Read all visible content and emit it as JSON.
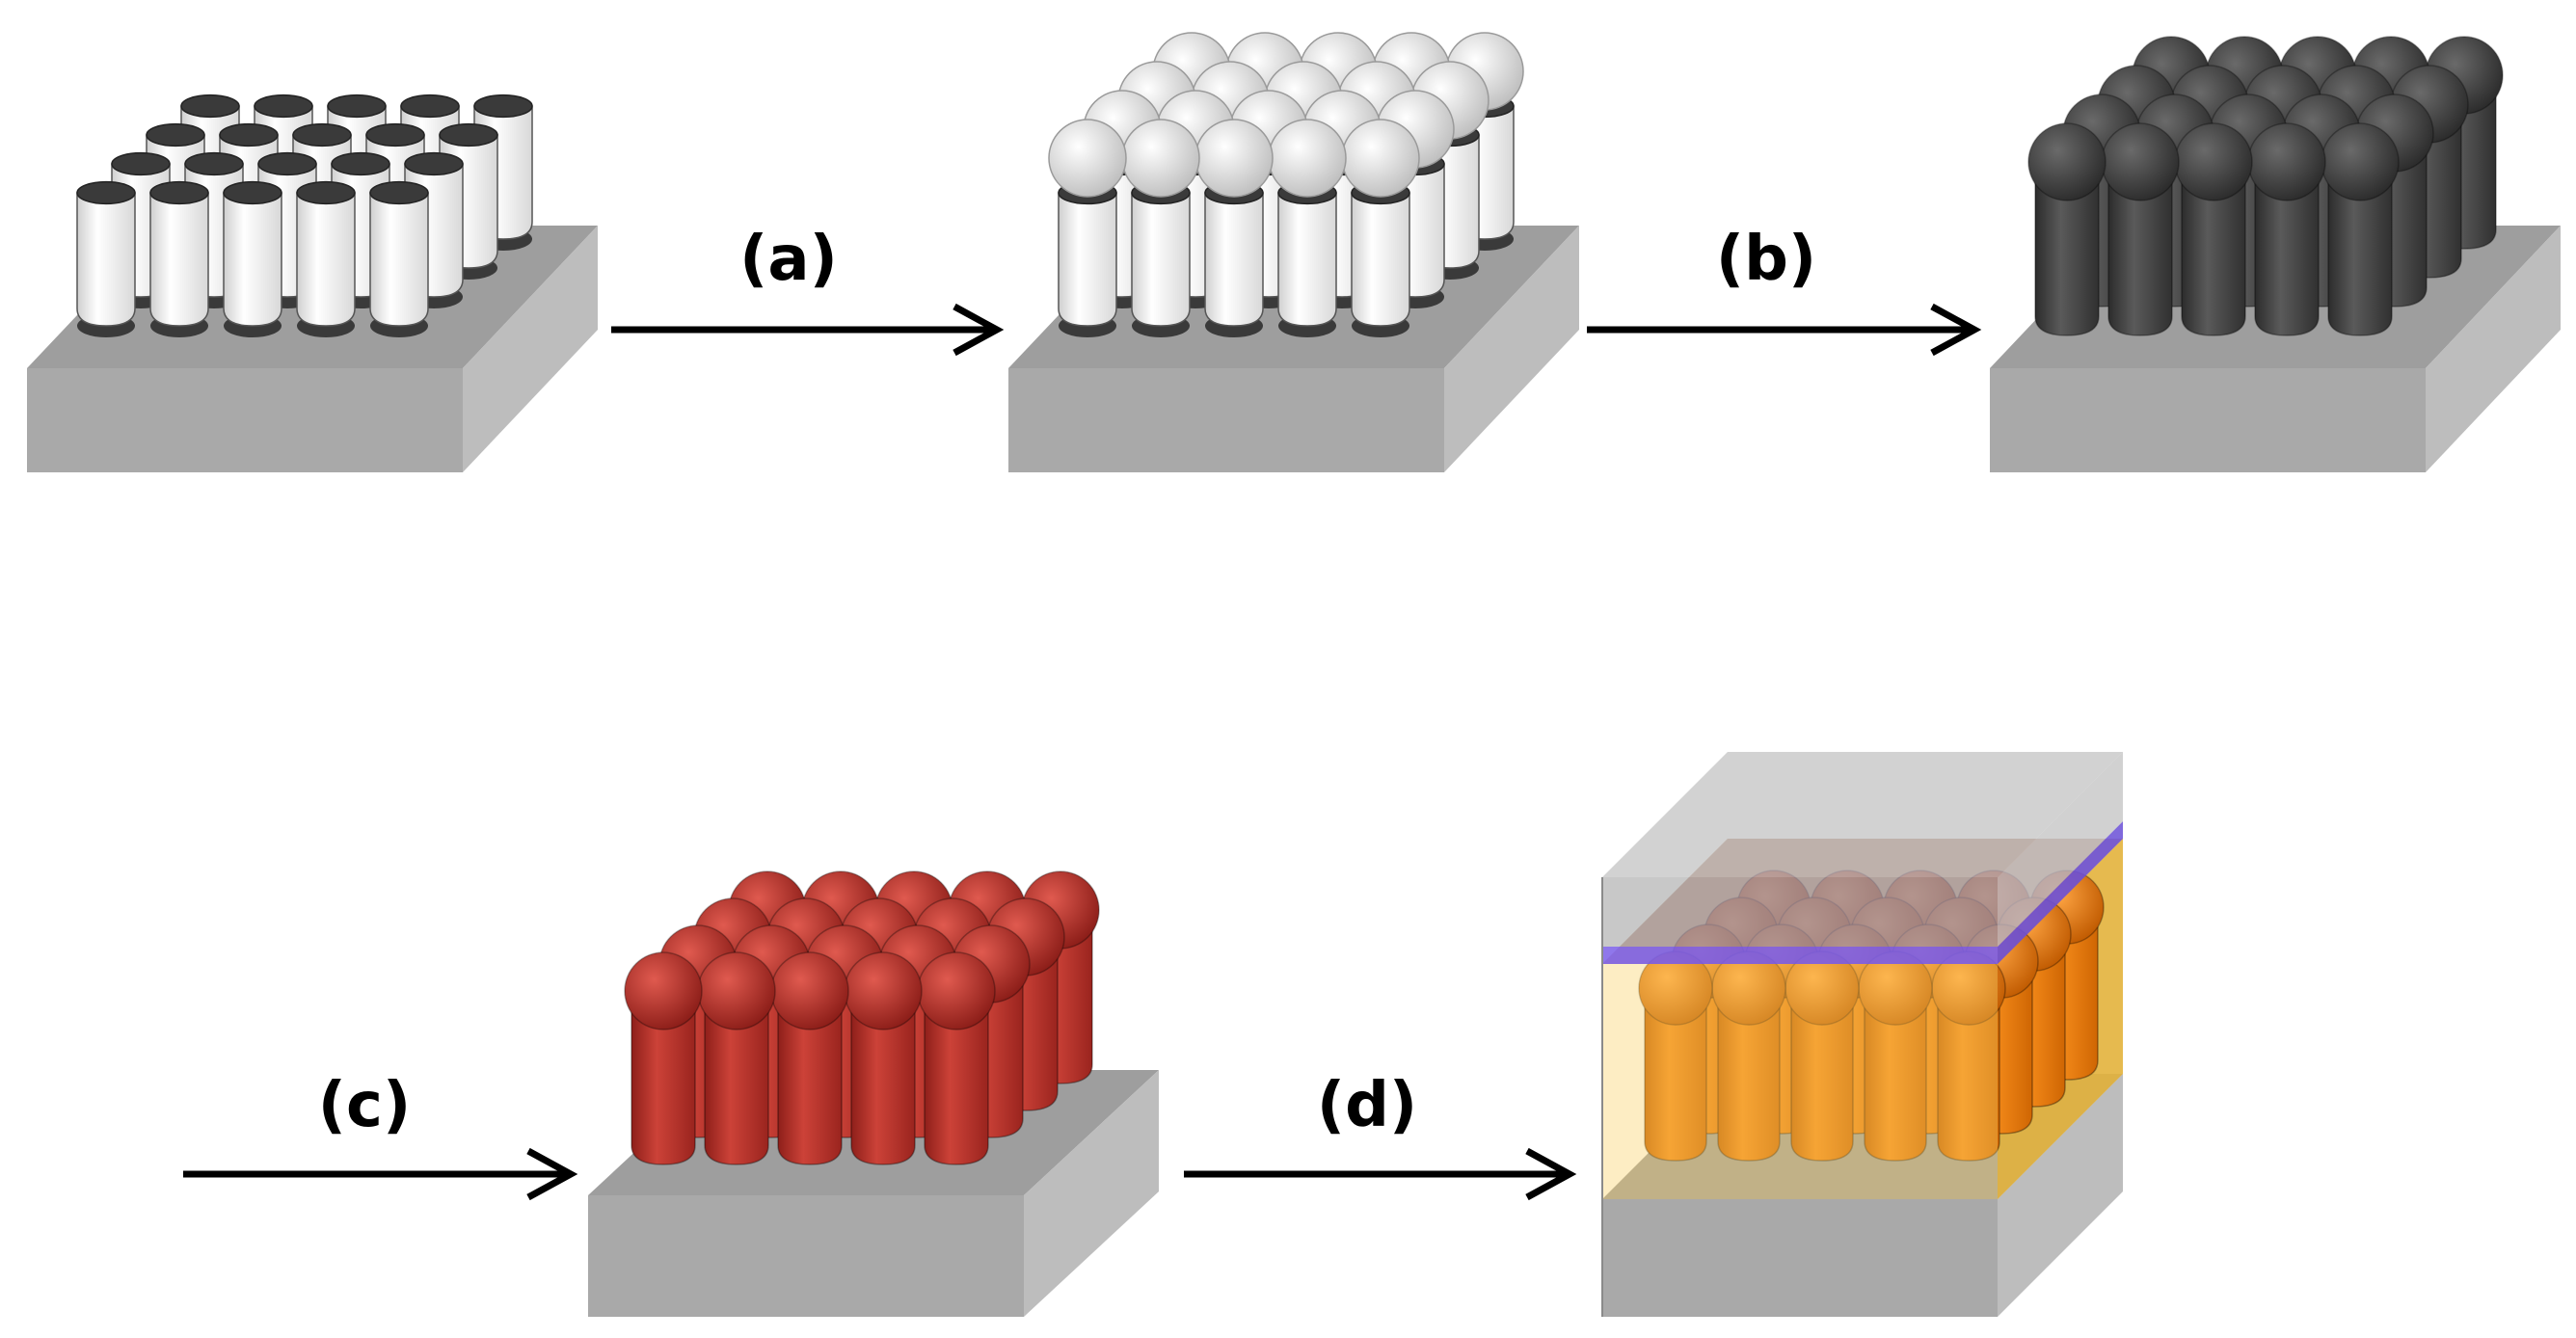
{
  "steps": [
    {
      "label": "(a)"
    },
    {
      "label": "(b)"
    },
    {
      "label": "(c)"
    },
    {
      "label": "(d)"
    }
  ],
  "colors": {
    "substrate_top": "#9e9e9e",
    "substrate_front": "#a9a9a9",
    "substrate_side": "#bdbdbd",
    "template_white": "#f2f2f2",
    "template_dark": "#3a3a3a",
    "sphere_white": "#e6e6e6",
    "structure_dark": "#464646",
    "structure_red": "#b8312a",
    "structure_orange": "#e8780a",
    "encapsulant_yellow": "#f9cf60",
    "layer_purple": "#7b5fe8",
    "top_glass": "#9a9a9a",
    "arrow": "#000000"
  },
  "icons": [
    "right-arrow-icon"
  ]
}
